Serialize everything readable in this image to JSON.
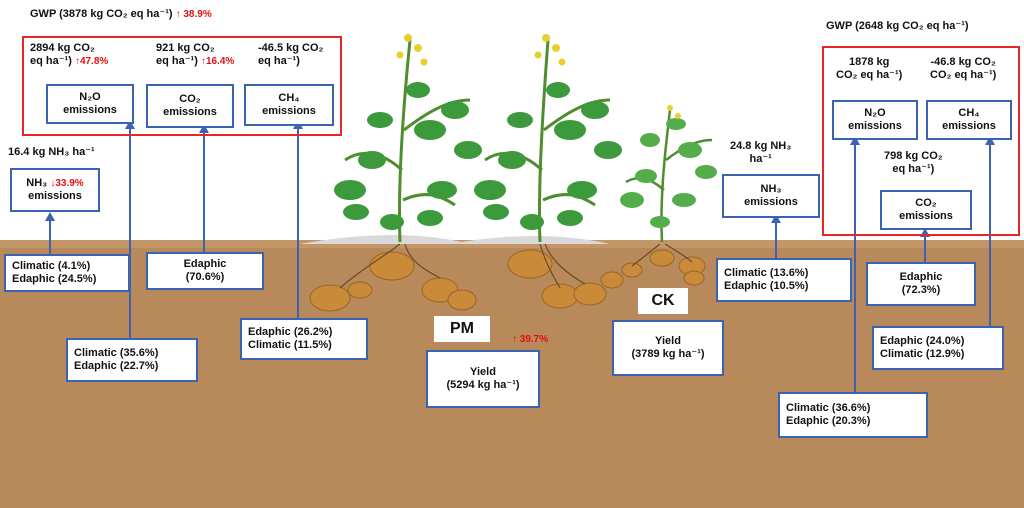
{
  "pm": {
    "label": "PM",
    "gwp": "GWP (3878 kg CO₂ eq ha⁻¹)",
    "gwp_change": "↑ 38.9%",
    "n2o_value": "2894 kg CO₂",
    "n2o_unit": "eq ha⁻¹)",
    "n2o_change": "↑47.8%",
    "co2_value": "921 kg CO₂",
    "co2_unit": "eq ha⁻¹)",
    "co2_change": "↑16.4%",
    "ch4_value": "-46.5 kg CO₂",
    "ch4_unit": "eq ha⁻¹)",
    "n2o_box": [
      "N₂O",
      "emissions"
    ],
    "co2_box": [
      "CO₂",
      "emissions"
    ],
    "ch4_box": [
      "CH₄",
      "emissions"
    ],
    "nh3_value": "16.4 kg NH₃  ha⁻¹",
    "nh3_change": "↓33.9%",
    "nh3_box": [
      "NH₃",
      "emissions"
    ],
    "nh3_factors": [
      "Climatic  (4.1%)",
      "Edaphic  (24.5%)"
    ],
    "co2_factors": [
      "Edaphic",
      "(70.6%)"
    ],
    "n2o_factors": [
      "Climatic  (35.6%)",
      "Edaphic  (22.7%)"
    ],
    "ch4_factors": [
      "Edaphic  (26.2%)",
      "Climatic  (11.5%)"
    ],
    "yield": [
      "Yield",
      "(5294  kg ha⁻¹)"
    ],
    "yield_change": "↑ 39.7%"
  },
  "ck": {
    "label": "CK",
    "gwp": "GWP (2648 kg CO₂ eq ha⁻¹)",
    "n2o_value": [
      "1878 kg",
      "CO₂ eq ha⁻¹)"
    ],
    "ch4_value": [
      "-46.8 kg CO₂",
      "CO₂ eq ha⁻¹)"
    ],
    "n2o_box": [
      "N₂O",
      "emissions"
    ],
    "ch4_box": [
      "CH₄",
      "emissions"
    ],
    "co2_value": [
      "798 kg CO₂",
      "eq ha⁻¹)"
    ],
    "co2_box": [
      "CO₂",
      "emissions"
    ],
    "nh3_value": [
      "24.8 kg NH₃",
      "ha⁻¹"
    ],
    "nh3_box": [
      "NH₃",
      "emissions"
    ],
    "nh3_factors": [
      "Climatic  (13.6%)",
      "Edaphic  (10.5%)"
    ],
    "co2_factors": [
      "Edaphic",
      "(72.3%)"
    ],
    "ch4_factors": [
      "Edaphic  (24.0%)",
      "Climatic  (12.9%)"
    ],
    "n2o_factors": [
      "Climatic  (36.6%)",
      "Edaphic  (20.3%)"
    ],
    "yield": [
      "Yield",
      "(3789  kg ha⁻¹)"
    ]
  },
  "colors": {
    "soil": "#b8895a",
    "soil_band": "#c39667",
    "box_border": "#3b63b0",
    "gwp_frame": "#e8262a",
    "change_text": "#e01010",
    "leaf": "#3c9a3c",
    "tuber": "#c98a3a"
  }
}
